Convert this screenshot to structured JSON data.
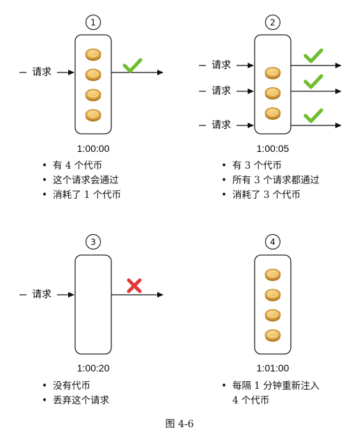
{
  "figure_caption": "图 4-6",
  "request_label": "请求",
  "icons": {
    "token": "coin-icon",
    "pass": "check-icon",
    "reject": "cross-icon"
  },
  "colors": {
    "check": "#6ebe2f",
    "cross": "#e23a3a",
    "coin": "#e9b24f",
    "coin_dark": "#b9822a"
  },
  "panels": [
    {
      "number": "1",
      "time": "1:00:00",
      "tokens": 4,
      "requests": [
        {
          "outcome": "pass"
        }
      ],
      "bullets": [
        "有 4 个代币",
        "这个请求会通过",
        "消耗了 1 个代币"
      ]
    },
    {
      "number": "2",
      "time": "1:00:05",
      "tokens": 3,
      "requests": [
        {
          "outcome": "pass"
        },
        {
          "outcome": "pass"
        },
        {
          "outcome": "pass"
        }
      ],
      "bullets": [
        "有 3 个代币",
        "所有 3 个请求都通过",
        "消耗了 3 个代币"
      ]
    },
    {
      "number": "3",
      "time": "1:00:20",
      "tokens": 0,
      "requests": [
        {
          "outcome": "reject"
        }
      ],
      "bullets": [
        "没有代币",
        "丢弃这个请求"
      ]
    },
    {
      "number": "4",
      "time": "1:01:00",
      "tokens": 4,
      "requests": [],
      "bullets": [
        "每隔 1 分钟重新注入 4 个代币"
      ]
    }
  ]
}
